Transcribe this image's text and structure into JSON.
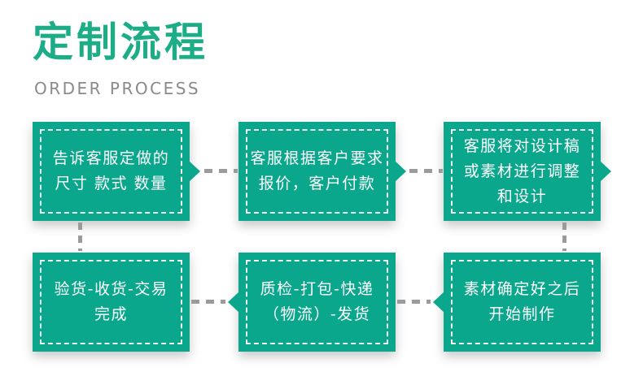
{
  "header": {
    "title": "定制流程",
    "subtitle": "ORDER PROCESS"
  },
  "colors": {
    "accent_green": "#0aa78c",
    "title_green": "#1cad87",
    "subtitle_gray": "#8a8a8a",
    "connector_gray": "#9b9b9b",
    "box_text": "#ffffff"
  },
  "flow": {
    "steps": [
      {
        "step": 1,
        "position": "top-left",
        "text": "告诉客服定做的\n尺寸 款式 数量",
        "arrow": "right"
      },
      {
        "step": 2,
        "position": "top-middle",
        "text": "客服根据客户要求\n报价，客户付款",
        "arrow": "right"
      },
      {
        "step": 3,
        "position": "top-right",
        "text": "客服将对设计稿\n或素材进行调整\n和设计",
        "arrow": "right"
      },
      {
        "step": 6,
        "position": "bottom-left",
        "text": "验货-收货-交易\n完成",
        "arrow": "none"
      },
      {
        "step": 5,
        "position": "bottom-middle",
        "text": "质检-打包-快递\n（物流）-发货",
        "arrow": "left"
      },
      {
        "step": 4,
        "position": "bottom-right",
        "text": "素材确定好之后\n开始制作",
        "arrow": "left"
      }
    ]
  }
}
